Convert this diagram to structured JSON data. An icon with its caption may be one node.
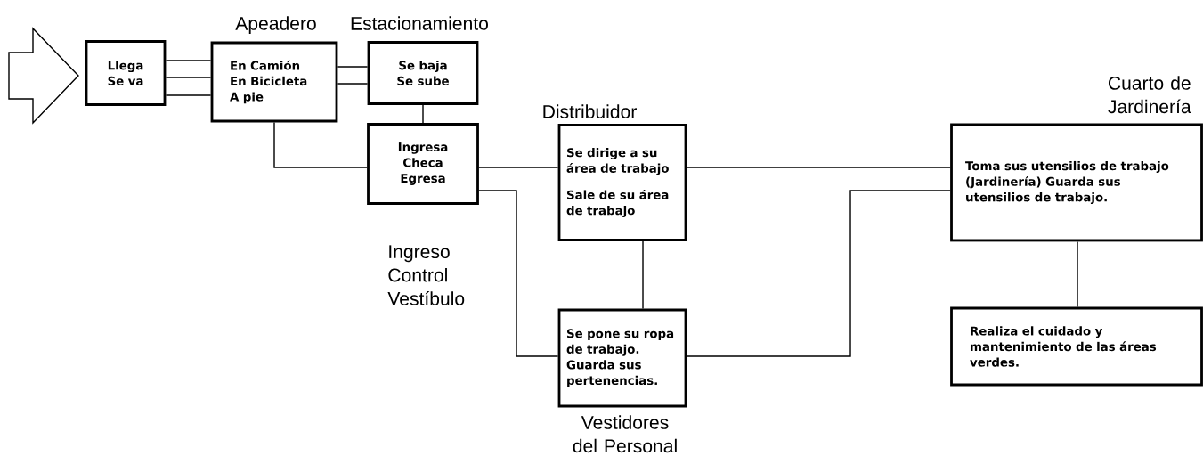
{
  "diagram": {
    "nodes": [
      {
        "text": [],
        "shape": "arrow"
      },
      {
        "text": [
          "Llega Se va"
        ]
      },
      {
        "text": [
          "Apeadero",
          "En Camión En Bicicleta A pie"
        ]
      },
      {
        "text": [
          "Estacionamiento",
          "Se baja Se sube"
        ]
      },
      {
        "text": [
          "Ingresa Checa Egresa",
          "Ingreso Control Vestíbulo"
        ]
      },
      {
        "text": [
          "Distribuidor",
          "Se dirige a su área de trabajo",
          "Sale de su área de trabajo"
        ]
      },
      {
        "text": [
          "Se pone su ropa de trabajo. Guarda sus pertenencias.",
          "Vestidores del Personal"
        ]
      },
      {
        "text": [
          "Cuarto de Jardinería",
          "Toma sus utensilios de trabajo (Jardinería) Guarda sus utensilios de trabajo."
        ]
      },
      {
        "text": [
          "Realiza el cuidado y mantenimiento de las áreas verdes."
        ]
      }
    ],
    "edges": [
      {
        "from": 1,
        "to": 2,
        "arrow": "none"
      },
      {
        "from": 1,
        "to": 2,
        "arrow": "none"
      },
      {
        "from": 1,
        "to": 2,
        "arrow": "none"
      },
      {
        "from": 2,
        "to": 3,
        "arrow": "none"
      },
      {
        "from": 2,
        "to": 3,
        "arrow": "none"
      },
      {
        "from": 3,
        "to": 4,
        "arrow": "none"
      },
      {
        "from": 2,
        "to": 4,
        "arrow": "none"
      },
      {
        "from": 4,
        "to": 5,
        "arrow": "none"
      },
      {
        "from": 4,
        "to": 6,
        "arrow": "none"
      },
      {
        "from": 5,
        "to": 6,
        "arrow": "none"
      },
      {
        "from": 5,
        "to": 7,
        "arrow": "none"
      },
      {
        "from": 6,
        "to": 7,
        "arrow": "none"
      },
      {
        "from": 7,
        "to": 8,
        "arrow": "none"
      }
    ]
  }
}
